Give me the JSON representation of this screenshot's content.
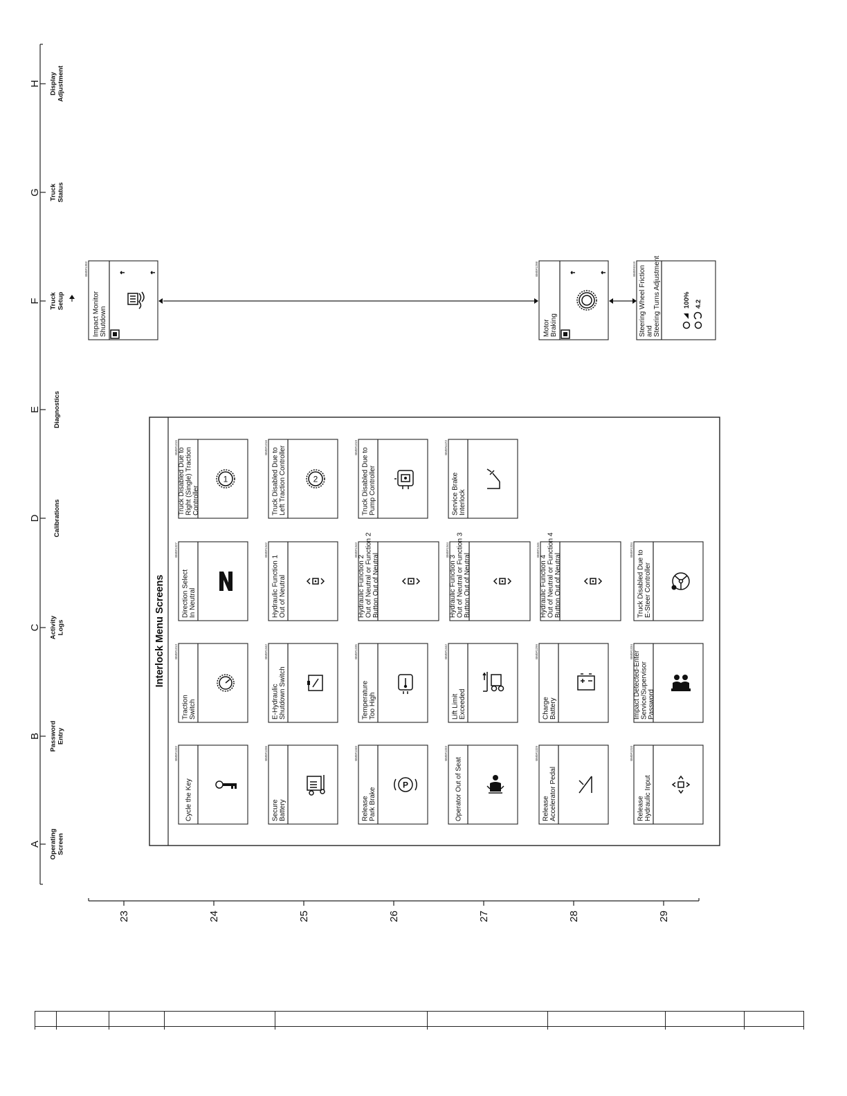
{
  "menu_axis": {
    "items": [
      {
        "letter": "A",
        "label": "Operating Screen"
      },
      {
        "letter": "B",
        "label": "Password Entry"
      },
      {
        "letter": "C",
        "label": "Activity Logs"
      },
      {
        "letter": "D",
        "label": "Calibrations"
      },
      {
        "letter": "E",
        "label": "Diagnostics"
      },
      {
        "letter": "F",
        "label": "Truck Setup"
      },
      {
        "letter": "G",
        "label": "Truck Status"
      },
      {
        "letter": "H",
        "label": "Display Adjustment"
      }
    ]
  },
  "number_axis": {
    "ticks": [
      "23",
      "24",
      "25",
      "26",
      "27",
      "28",
      "29"
    ]
  },
  "truck_setup_screens": [
    {
      "id": "impact",
      "lines": [
        "Impact Monitor",
        "Shutdown"
      ],
      "code": "BM0#1303",
      "icon": "impact-monitor-icon"
    },
    {
      "id": "motor",
      "lines": [
        "Motor",
        "Braking"
      ],
      "code": "BM0#1298",
      "icon": "motor-braking-icon"
    },
    {
      "id": "steer",
      "lines": [
        "Steering Wheel Friction",
        "and",
        "Steering Turns Adjustment"
      ],
      "code": "BM0#4519",
      "icon": "steering-adjust-icon",
      "value_friction": "100%",
      "value_turns": "4.2"
    }
  ],
  "interlock": {
    "title": "Interlock Menu Screens",
    "rows": [
      [
        {
          "lines": [
            "Cycle the Key"
          ],
          "code": "BM0#1332",
          "icon": "key-icon"
        },
        {
          "lines": [
            "Traction",
            "Switch"
          ],
          "code": "BM0#1313",
          "icon": "traction-switch-icon"
        },
        {
          "lines": [
            "Direction Select",
            "In Neutral"
          ],
          "code": "BM0#1327",
          "icon": "neutral-n-icon"
        },
        {
          "lines": [
            "Truck Disabled Due to",
            "Right (Single) Traction",
            "Controller"
          ],
          "code": "BM0#1315",
          "icon": "controller-1-icon"
        }
      ],
      [
        {
          "lines": [
            "Secure",
            "Battery"
          ],
          "code": "BM0#1336",
          "icon": "secure-battery-icon"
        },
        {
          "lines": [
            "E-Hydraulic",
            "Shutdown Switch"
          ],
          "code": "BM0#1342",
          "icon": "hydraulic-shutdown-icon"
        },
        {
          "lines": [
            "Hydraulic Function 1",
            "Out of Neutral"
          ],
          "code": "BM0#1342",
          "icon": "hydraulic-function-icon"
        },
        {
          "lines": [
            "Truck Disabled Due to",
            "Left Traction Controller"
          ],
          "code": "BM0#1316",
          "icon": "controller-2-icon"
        }
      ],
      [
        {
          "lines": [
            "Release",
            "Park Brake"
          ],
          "code": "BM0#1340",
          "icon": "park-brake-icon"
        },
        {
          "lines": [
            "Temperature",
            "Too High"
          ],
          "code": "BM0#1335",
          "icon": "temperature-icon"
        },
        {
          "lines": [
            "Hydraulic Function 2",
            "Out of Neutral or Function 2",
            "Button Out of Neutral"
          ],
          "code": "BM0#1343",
          "icon": "hydraulic-function-icon"
        },
        {
          "lines": [
            "Truck Disabled Due to",
            "Pump Controller"
          ],
          "code": "BM0#1319",
          "icon": "pump-controller-icon"
        }
      ],
      [
        {
          "lines": [
            "Operator Out of Seat"
          ],
          "code": "BM0#1333",
          "icon": "operator-seat-icon"
        },
        {
          "lines": [
            "Lift Limit",
            "Exceeded"
          ],
          "code": "BM0#1342",
          "icon": "lift-limit-icon"
        },
        {
          "lines": [
            "Hydraulic Function 3",
            "Out of Neutral or Function 3",
            "Button Out of Neutral"
          ],
          "code": "BM0#1344",
          "icon": "hydraulic-function-icon"
        },
        {
          "lines": [
            "Service Brake",
            "Interlock"
          ],
          "code": "BM0#4472",
          "icon": "service-brake-icon"
        }
      ],
      [
        {
          "lines": [
            "Release",
            "Accelerator Pedal"
          ],
          "code": "BM0#1329",
          "icon": "accelerator-pedal-icon"
        },
        {
          "lines": [
            "Charge",
            "Battery"
          ],
          "code": "BM0#1299",
          "icon": "battery-icon"
        },
        {
          "lines": [
            "Hydraulic Function 4",
            "Out of Neutral or Function 4",
            "Button Out of Neutral"
          ],
          "code": "BM0#1345",
          "icon": "hydraulic-function-icon"
        }
      ],
      [
        {
          "lines": [
            "Release",
            "Hydraulic Input"
          ],
          "code": "BM0#1310",
          "icon": "hydraulic-input-icon"
        },
        {
          "lines": [
            "Impact Detected-Enter",
            "Service/Supervisor",
            "Password"
          ],
          "code": "BM0#1334",
          "icon": "password-people-icon"
        },
        {
          "lines": [
            "Truck Disabled Due to",
            "E-Steer Controller"
          ],
          "code": "BM0#1334",
          "icon": "steering-wheel-icon"
        }
      ]
    ]
  }
}
